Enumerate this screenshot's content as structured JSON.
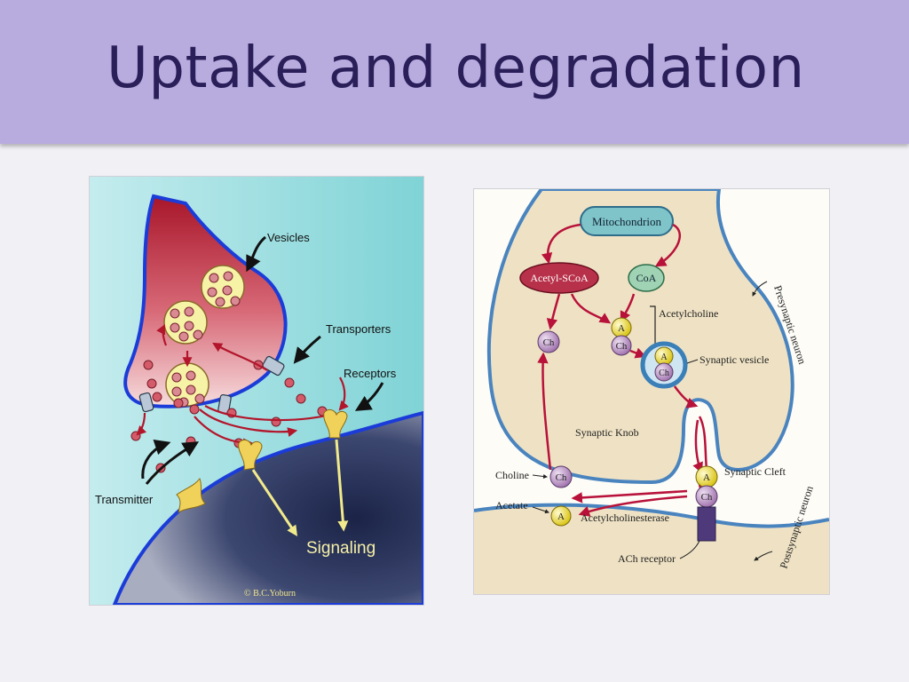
{
  "slide": {
    "title": "Uptake and degradation"
  },
  "left_figure": {
    "labels": {
      "vesicles": "Vesicles",
      "transporters": "Transporters",
      "receptors": "Receptors",
      "transmitter": "Transmitter",
      "signaling": "Signaling",
      "credit": "© B.C.Yoburn"
    }
  },
  "right_figure": {
    "labels": {
      "mitochondrion": "Mitochondrion",
      "acetyl_scoa": "Acetyl-SCoA",
      "coa": "CoA",
      "acetylcholine": "Acetylcholine",
      "ch": "Ch",
      "a": "A",
      "synaptic_vesicle": "Synaptic vesicle",
      "presynaptic_neuron": "Presynaptic neuron",
      "synaptic_knob": "Synaptic Knob",
      "choline": "Choline",
      "synaptic_cleft": "Synaptic Cleft",
      "acetate": "Acetate",
      "acetylcholinesterase": "Acetylcholinesterase",
      "ach_receptor": "ACh receptor",
      "postsynaptic_neuron": "Postsynaptic neuron"
    }
  },
  "colors": {
    "title_band": "#b8acdf",
    "title_text": "#2a1f59"
  }
}
